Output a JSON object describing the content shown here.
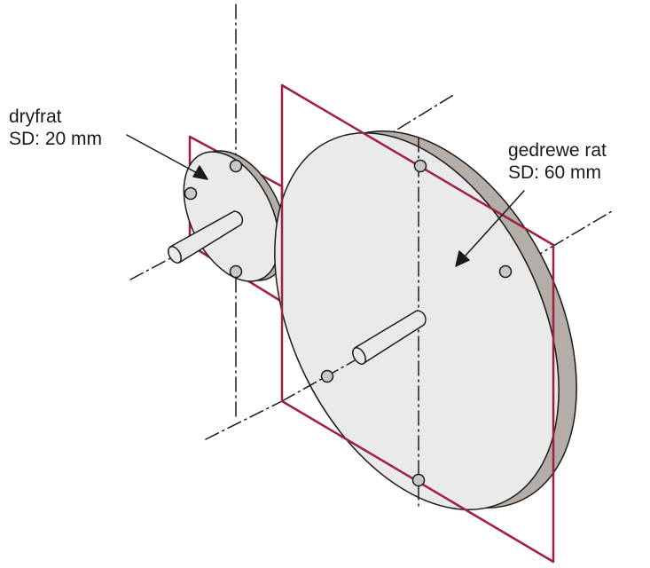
{
  "labels": {
    "small_gear": {
      "name": "dryfrat",
      "detail": "SD: 20 mm"
    },
    "large_gear": {
      "name": "gedrewe rat",
      "detail": "SD: 60 mm"
    }
  },
  "colors": {
    "plane": "#a2203f",
    "disk_face": "#eaeaea",
    "disk_rim": "#b5aea8",
    "line": "#1a1a1a",
    "background": "#ffffff"
  }
}
